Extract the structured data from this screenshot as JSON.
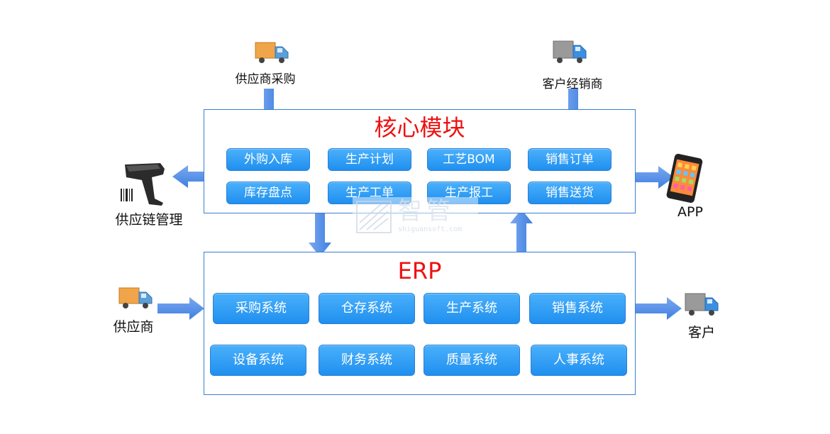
{
  "core": {
    "title": "核心模块",
    "buttons": [
      "外购入库",
      "生产计划",
      "工艺BOM",
      "销售订单",
      "库存盘点",
      "生产工单",
      "生产报工",
      "销售送货"
    ]
  },
  "erp": {
    "title": "ERP",
    "buttons": [
      "采购系统",
      "仓存系统",
      "生产系统",
      "销售系统",
      "设备系统",
      "财务系统",
      "质量系统",
      "人事系统"
    ]
  },
  "nodes": {
    "supplier_purchase": "供应商采购",
    "customer_dealer": "客户经销商",
    "supply_chain": "供应链管理",
    "app": "APP",
    "supplier": "供应商",
    "customer": "客户"
  },
  "watermark": {
    "brand": "智管",
    "url": "shiguansoft.com"
  },
  "colors": {
    "arrow": "#4a86e8",
    "button": "#2b95f2",
    "border": "#3a7fd0",
    "title": "#ee1111"
  },
  "icons": [
    "truck-icon",
    "barcode-scanner-icon",
    "smartphone-icon"
  ]
}
